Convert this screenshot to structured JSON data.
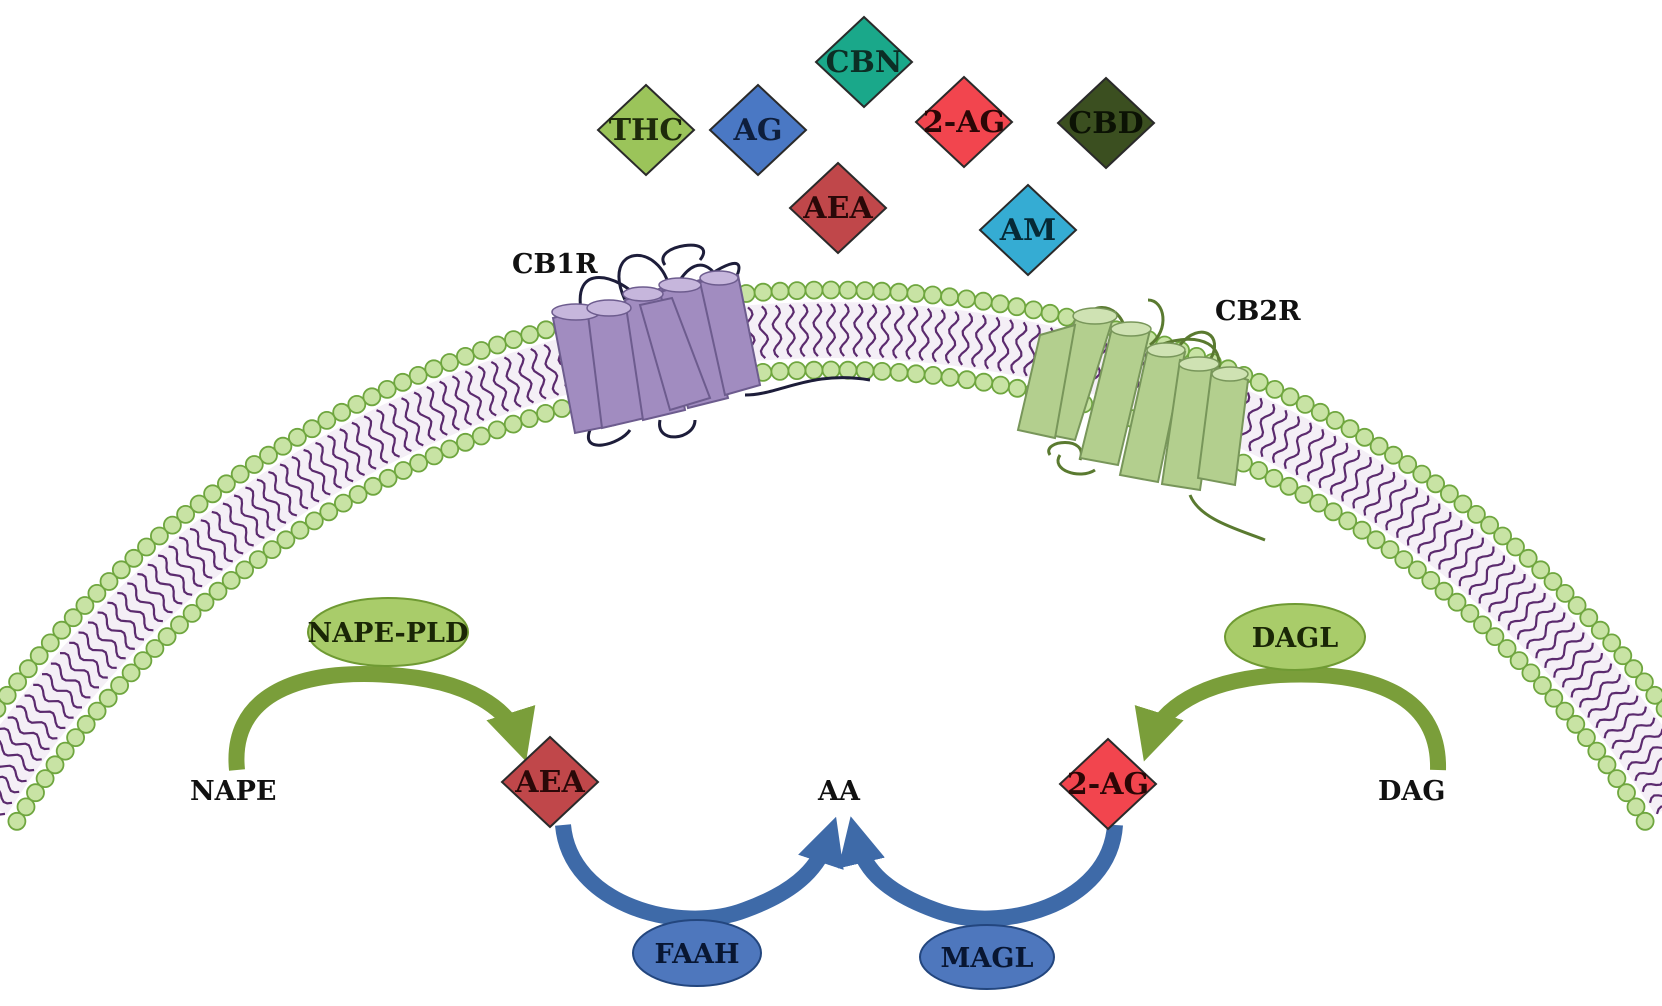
{
  "ligands": [
    {
      "id": "cbn",
      "label": "CBN",
      "color": "#1aa88a",
      "text_color": "#0c2e25"
    },
    {
      "id": "thc",
      "label": "THC",
      "color": "#9bc45a",
      "text_color": "#1e2b0b"
    },
    {
      "id": "ag",
      "label": "AG",
      "color": "#4a78c4",
      "text_color": "#0e1e3c"
    },
    {
      "id": "2ag",
      "label": "2-AG",
      "color": "#f2454e",
      "text_color": "#2b0606"
    },
    {
      "id": "cbd",
      "label": "CBD",
      "color": "#3b4f20",
      "text_color": "#0b1204"
    },
    {
      "id": "aea",
      "label": "AEA",
      "color": "#c0474a",
      "text_color": "#2a0808"
    },
    {
      "id": "am",
      "label": "AM",
      "color": "#35acd3",
      "text_color": "#062a36"
    }
  ],
  "receptors": [
    {
      "id": "cb1r",
      "label": "CB1R",
      "color": "#a18cc0",
      "stroke": "#6d5c8e"
    },
    {
      "id": "cb2r",
      "label": "CB2R",
      "color": "#b3cf8e",
      "stroke": "#78965a"
    }
  ],
  "membrane": {
    "head_color": "#c8e3a4",
    "head_stroke": "#6fa63f",
    "tail_color": "#5b2a6e"
  },
  "enzymes": [
    {
      "id": "nape-pld",
      "label": "NAPE-PLD",
      "color": "#a9cc6a",
      "stroke": "#6f9a33",
      "text_color": "#1a2606"
    },
    {
      "id": "dagl",
      "label": "DAGL",
      "color": "#a9cc6a",
      "stroke": "#6f9a33",
      "text_color": "#1a2606"
    },
    {
      "id": "faah",
      "label": "FAAH",
      "color": "#4e77bd",
      "stroke": "#23467e",
      "text_color": "#081632"
    },
    {
      "id": "magl",
      "label": "MAGL",
      "color": "#4e77bd",
      "stroke": "#23467e",
      "text_color": "#081632"
    }
  ],
  "substrates": {
    "nape": "NAPE",
    "dag": "DAG",
    "aa": "AA",
    "aea": "AEA",
    "two_ag": "2-AG"
  },
  "arrow_colors": {
    "synthesis": "#7a9e3a",
    "degradation": "#3e6aa8"
  }
}
